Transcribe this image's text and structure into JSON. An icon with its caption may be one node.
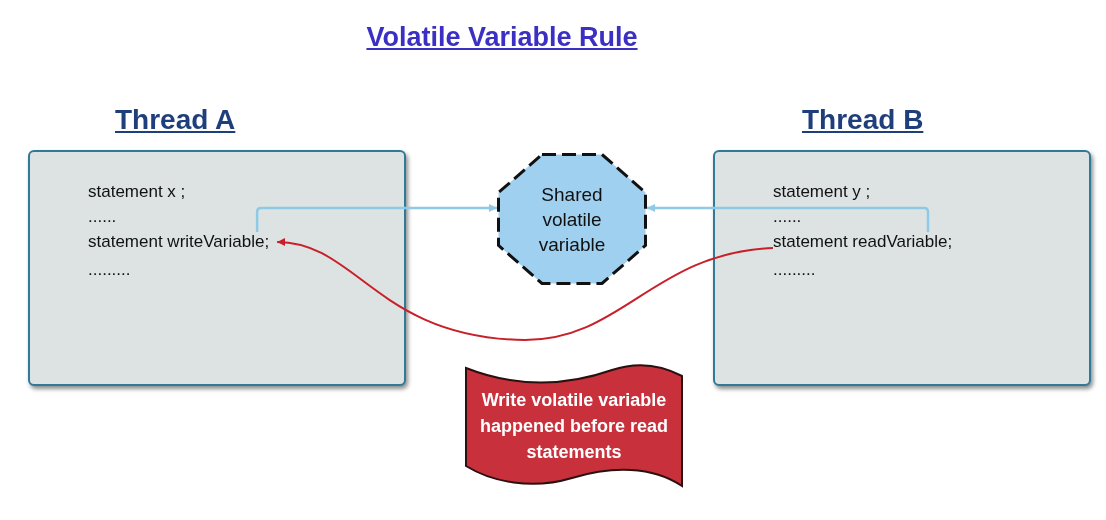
{
  "diagram": {
    "title": "Volatile Variable Rule",
    "nodes": [
      {
        "text": [
          "Thread A"
        ]
      },
      {
        "text": [
          "statement x ;"
        ],
        "in": 0
      },
      {
        "text": [
          "......"
        ],
        "in": 0
      },
      {
        "text": [
          "statement writeVariable;"
        ],
        "in": 0
      },
      {
        "text": [
          "........."
        ],
        "in": 0
      },
      {
        "text": [
          "Shared volatile variable"
        ]
      },
      {
        "text": [
          "Thread B"
        ]
      },
      {
        "text": [
          "statement y ;"
        ],
        "in": 6
      },
      {
        "text": [
          "......"
        ],
        "in": 6
      },
      {
        "text": [
          "statement readVariable;"
        ],
        "in": 6
      },
      {
        "text": [
          "........."
        ],
        "in": 6
      },
      {
        "text": [
          "Write volatile variable happened before read statements"
        ]
      }
    ],
    "edges": [
      {
        "from": 3,
        "to": 5,
        "arrow": "to",
        "color": "#8ecae6"
      },
      {
        "from": 9,
        "to": 5,
        "arrow": "to",
        "color": "#8ecae6"
      },
      {
        "from": 9,
        "to": 3,
        "arrow": "to",
        "color": "#c8202a"
      }
    ]
  }
}
